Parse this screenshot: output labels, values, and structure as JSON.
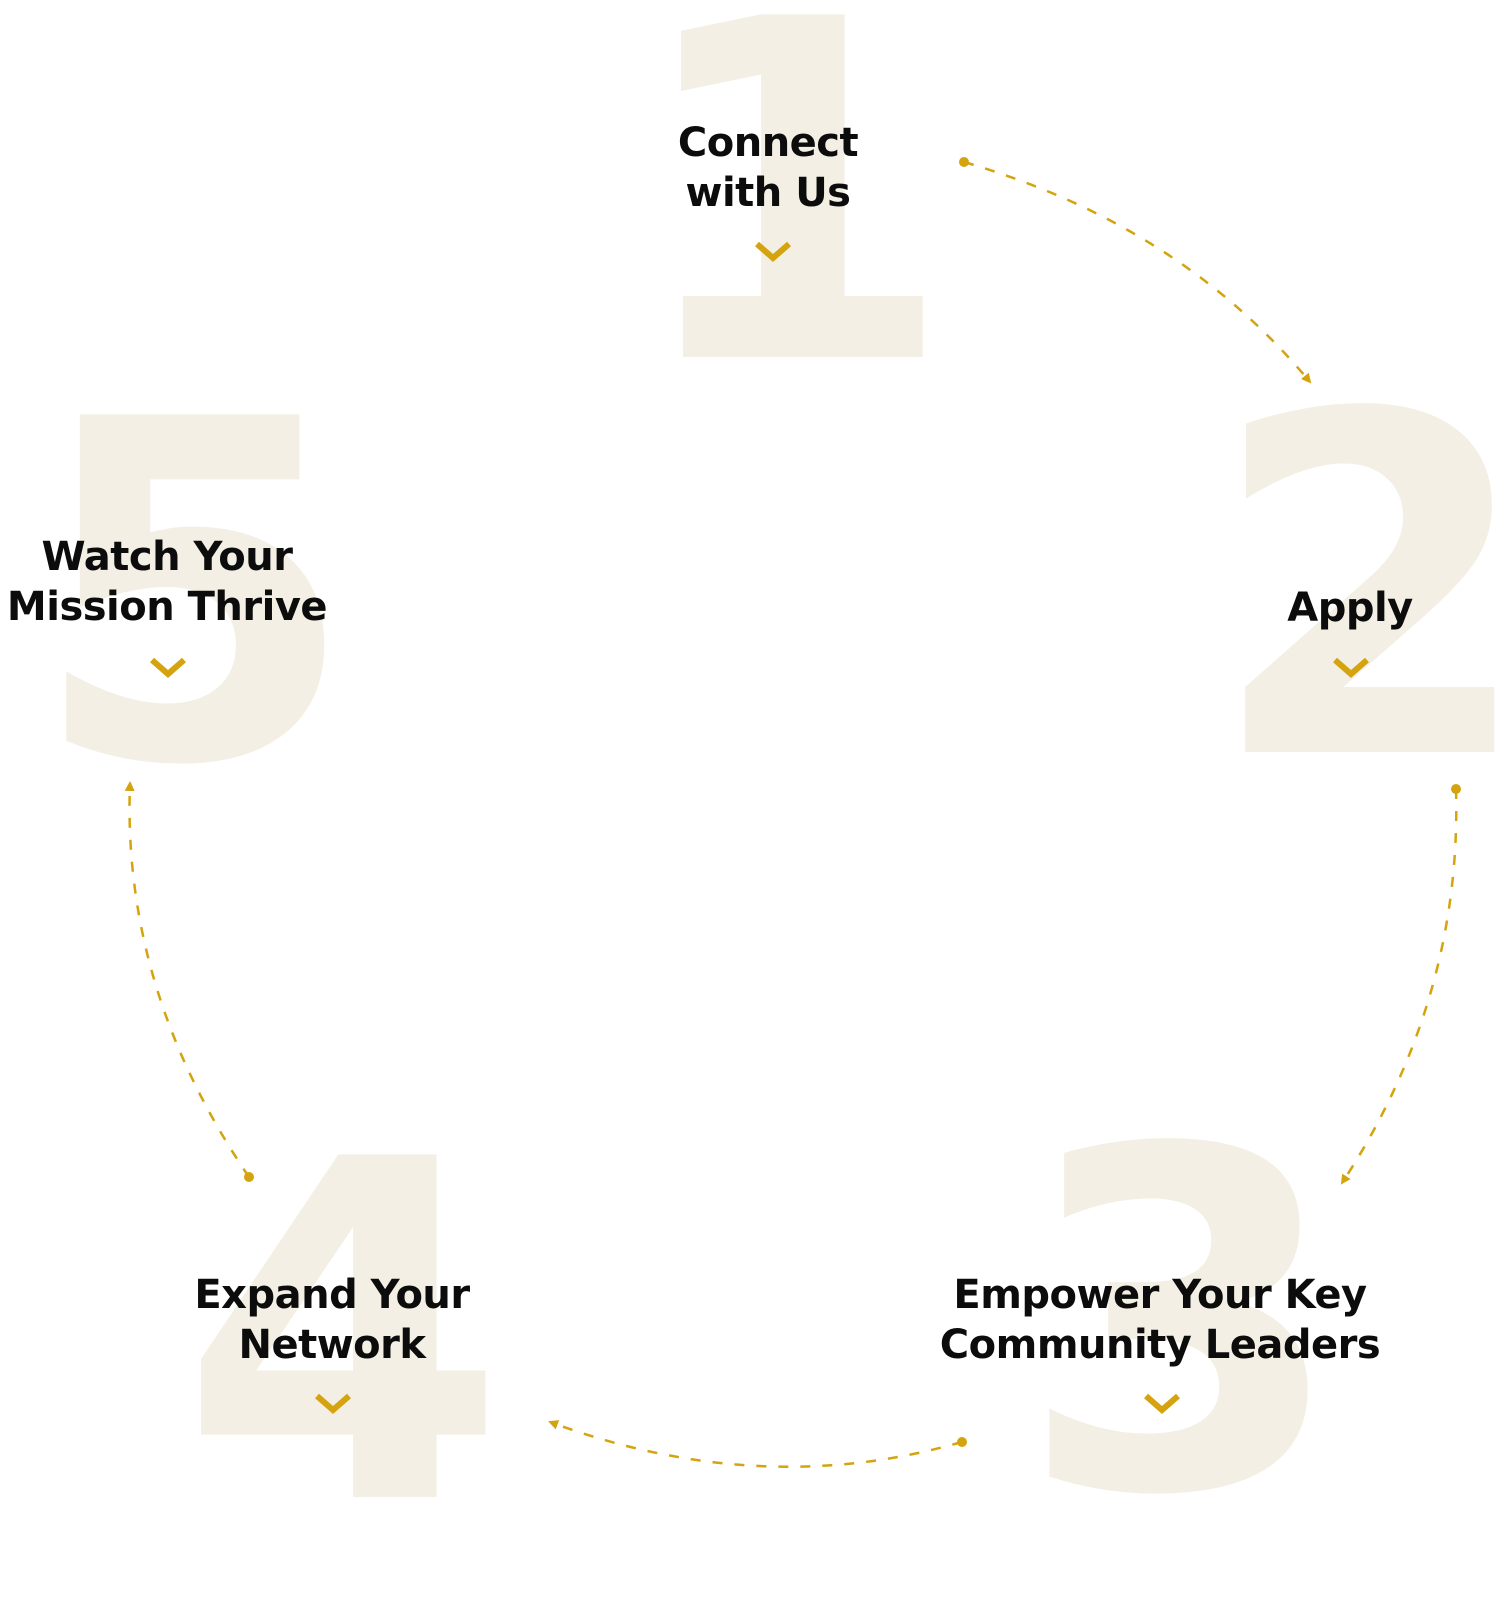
{
  "colors": {
    "accent": "#d4a30e",
    "numeral": "#f4efe4",
    "text": "#0c0c0c",
    "background": "#ffffff"
  },
  "steps": [
    {
      "number": "1",
      "title": "Connect\nwith Us",
      "icon": "chevron-down-icon"
    },
    {
      "number": "2",
      "title": "Apply",
      "icon": "chevron-down-icon"
    },
    {
      "number": "3",
      "title": "Empower Your Key\nCommunity Leaders",
      "icon": "chevron-down-icon"
    },
    {
      "number": "4",
      "title": "Expand Your\nNetwork",
      "icon": "chevron-down-icon"
    },
    {
      "number": "5",
      "title": "Watch Your\nMission Thrive",
      "icon": "chevron-down-icon"
    }
  ]
}
